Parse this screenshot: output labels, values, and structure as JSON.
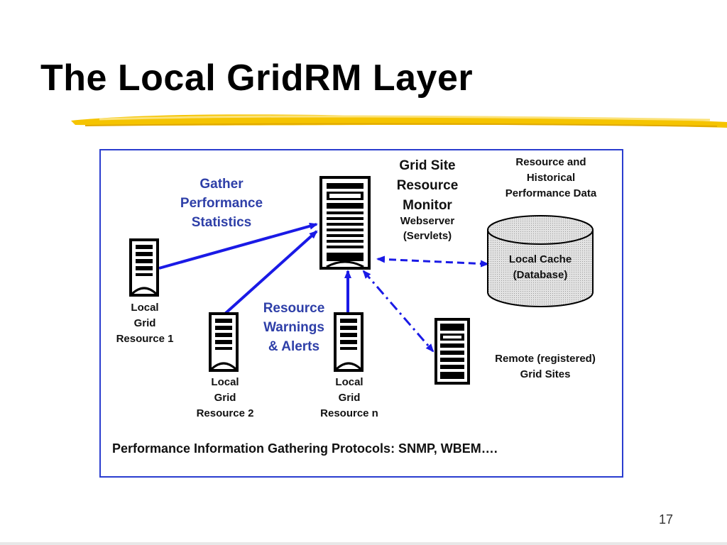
{
  "slide": {
    "title": "The Local GridRM Layer",
    "page_number": "17"
  },
  "diagram": {
    "gather": [
      "Gather",
      "Performance",
      "Statistics"
    ],
    "monitor": {
      "title": [
        "Grid Site",
        "Resource",
        "Monitor"
      ],
      "subtitle": [
        "Webserver",
        "(Servlets)"
      ]
    },
    "historical": [
      "Resource and",
      "Historical",
      "Performance Data"
    ],
    "cache": [
      "Local Cache",
      "(Database)"
    ],
    "resource1": [
      "Local",
      "Grid",
      "Resource 1"
    ],
    "resource2": [
      "Local",
      "Grid",
      "Resource 2"
    ],
    "resourceN": [
      "Local",
      "Grid",
      "Resource n"
    ],
    "warnings": [
      "Resource",
      "Warnings",
      "& Alerts"
    ],
    "remote": [
      "Remote (registered)",
      "Grid Sites"
    ],
    "protocols": "Performance Information Gathering Protocols: SNMP, WBEM….",
    "colors": {
      "border": "#2a3dcf",
      "arrow": "#1a1ae6",
      "label": "#2e3fa8",
      "text": "#111111",
      "cache_fill": "#d8d8d8",
      "highlight": "#f5c400"
    }
  }
}
